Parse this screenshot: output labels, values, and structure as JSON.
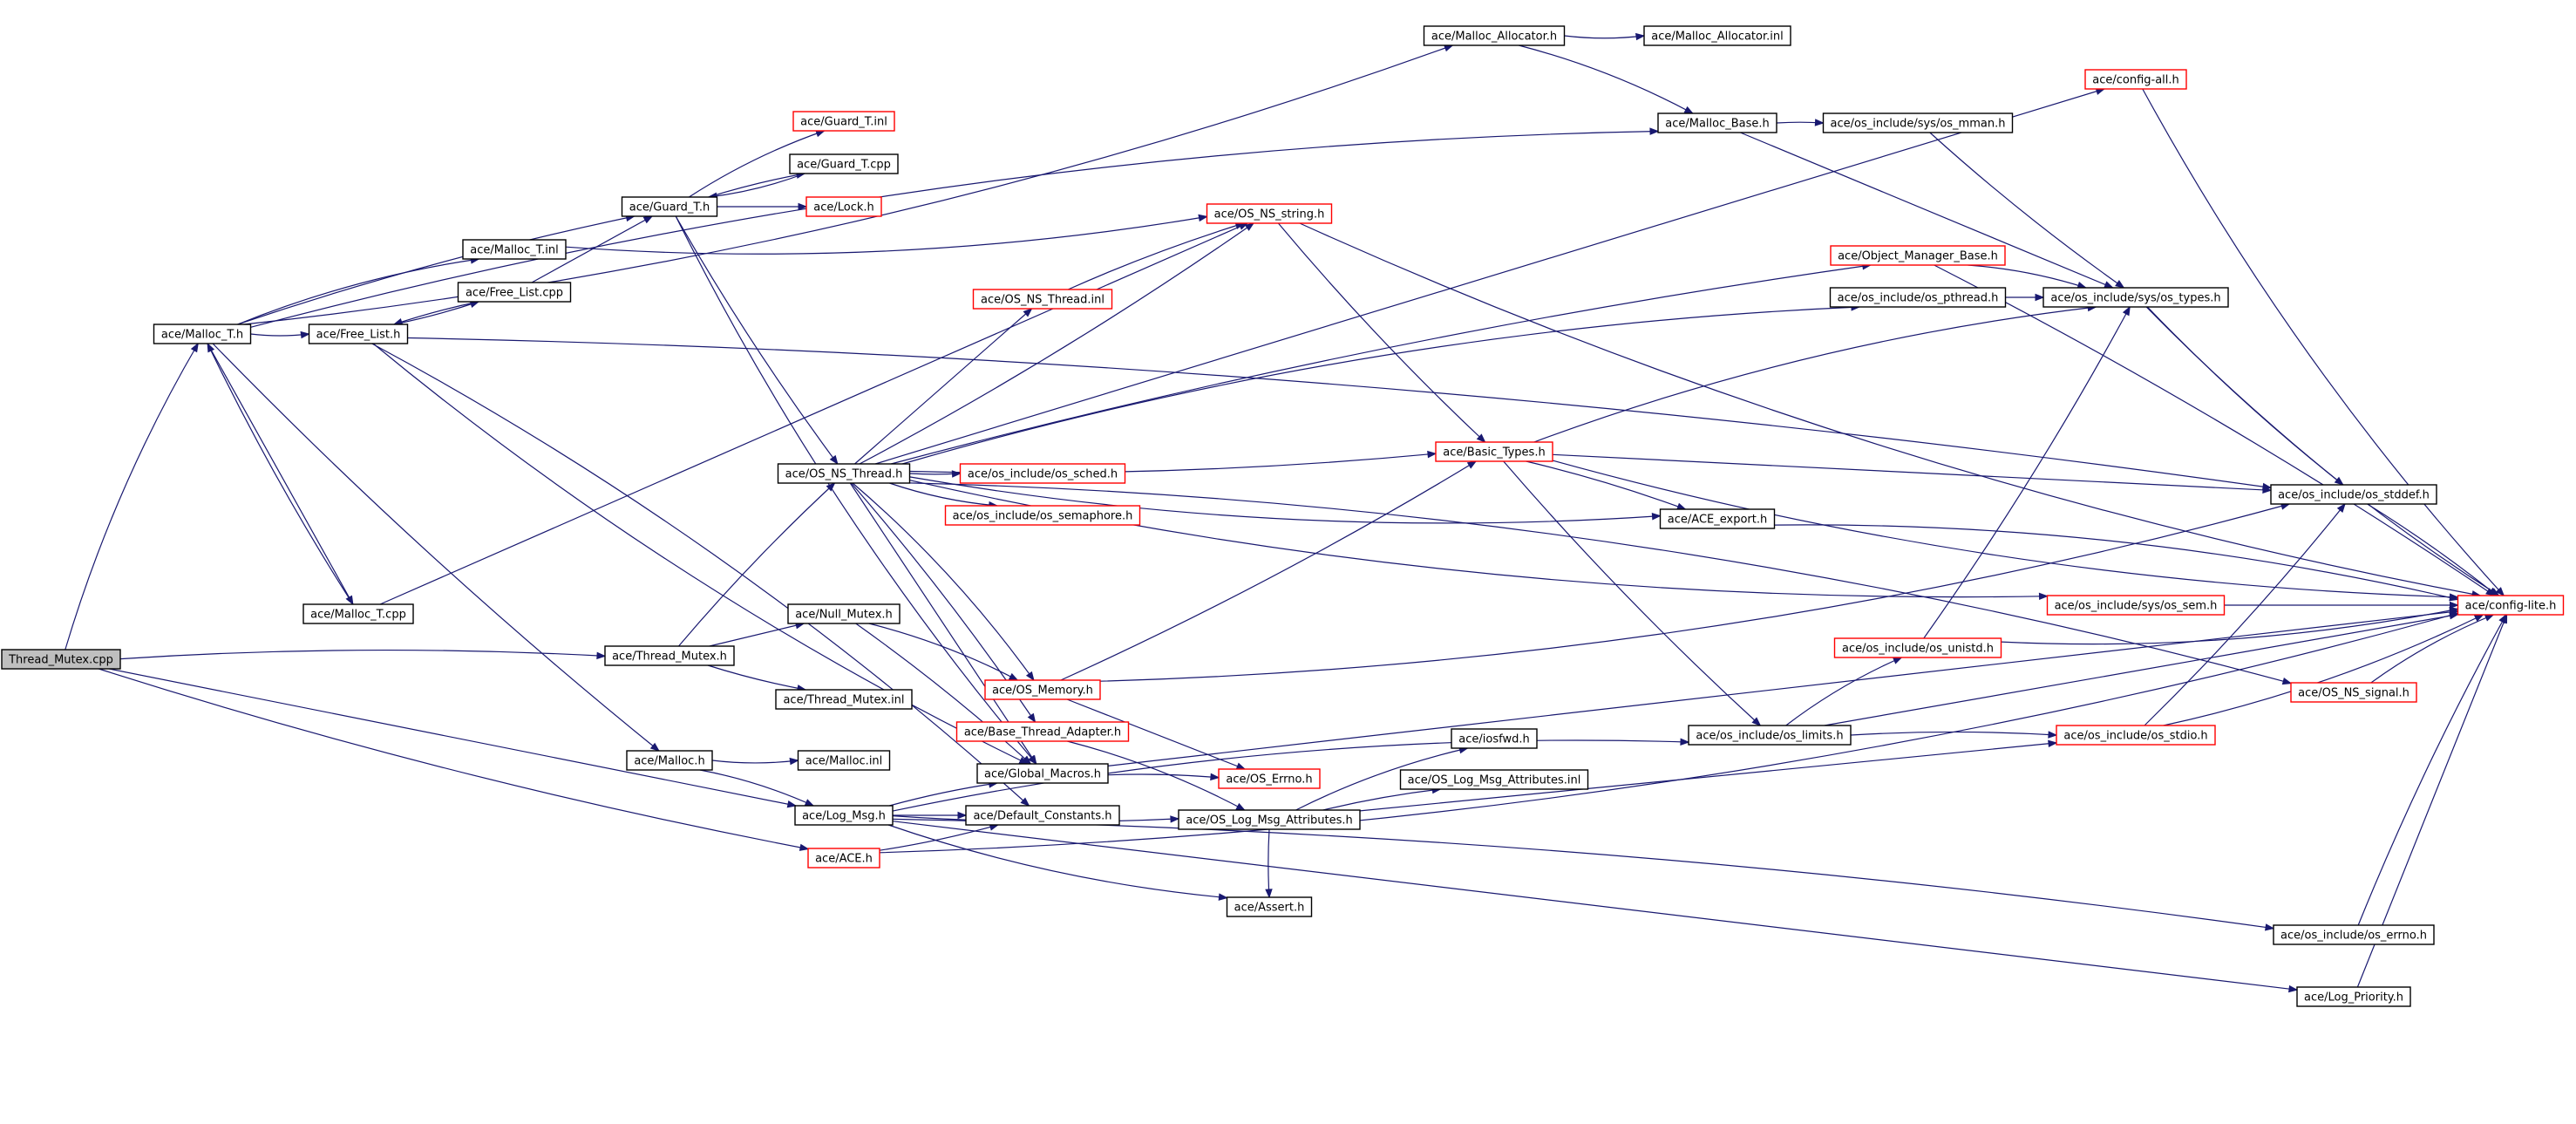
{
  "nodes": [
    {
      "id": "thread_mutex_cpp",
      "label": "Thread_Mutex.cpp",
      "style": "root"
    },
    {
      "id": "malloc_t_h",
      "label": "ace/Malloc_T.h",
      "style": "normal"
    },
    {
      "id": "free_list_h",
      "label": "ace/Free_List.h",
      "style": "normal"
    },
    {
      "id": "malloc_t_cpp",
      "label": "ace/Malloc_T.cpp",
      "style": "normal"
    },
    {
      "id": "malloc_t_inl",
      "label": "ace/Malloc_T.inl",
      "style": "normal"
    },
    {
      "id": "free_list_cpp",
      "label": "ace/Free_List.cpp",
      "style": "normal"
    },
    {
      "id": "guard_t_h",
      "label": "ace/Guard_T.h",
      "style": "normal"
    },
    {
      "id": "guard_t_inl",
      "label": "ace/Guard_T.inl",
      "style": "red"
    },
    {
      "id": "guard_t_cpp",
      "label": "ace/Guard_T.cpp",
      "style": "normal"
    },
    {
      "id": "lock_h",
      "label": "ace/Lock.h",
      "style": "red"
    },
    {
      "id": "thread_mutex_h",
      "label": "ace/Thread_Mutex.h",
      "style": "normal"
    },
    {
      "id": "malloc_h",
      "label": "ace/Malloc.h",
      "style": "normal"
    },
    {
      "id": "malloc_inl",
      "label": "ace/Malloc.inl",
      "style": "normal"
    },
    {
      "id": "log_msg_h",
      "label": "ace/Log_Msg.h",
      "style": "normal"
    },
    {
      "id": "ace_h",
      "label": "ace/ACE.h",
      "style": "red"
    },
    {
      "id": "null_mutex_h",
      "label": "ace/Null_Mutex.h",
      "style": "normal"
    },
    {
      "id": "thread_mutex_inl",
      "label": "ace/Thread_Mutex.inl",
      "style": "normal"
    },
    {
      "id": "os_ns_thread_h",
      "label": "ace/OS_NS_Thread.h",
      "style": "normal"
    },
    {
      "id": "os_ns_thread_inl",
      "label": "ace/OS_NS_Thread.inl",
      "style": "red"
    },
    {
      "id": "os_sched_h",
      "label": "ace/os_include/os_sched.h",
      "style": "red"
    },
    {
      "id": "os_semaphore_h",
      "label": "ace/os_include/os_semaphore.h",
      "style": "red"
    },
    {
      "id": "os_memory_h",
      "label": "ace/OS_Memory.h",
      "style": "red"
    },
    {
      "id": "base_thread_adapter_h",
      "label": "ace/Base_Thread_Adapter.h",
      "style": "red"
    },
    {
      "id": "global_macros_h",
      "label": "ace/Global_Macros.h",
      "style": "normal"
    },
    {
      "id": "default_constants_h",
      "label": "ace/Default_Constants.h",
      "style": "normal"
    },
    {
      "id": "os_ns_string_h",
      "label": "ace/OS_NS_string.h",
      "style": "red"
    },
    {
      "id": "os_errno_h",
      "label": "ace/OS_Errno.h",
      "style": "red"
    },
    {
      "id": "os_log_msg_attributes_h",
      "label": "ace/OS_Log_Msg_Attributes.h",
      "style": "normal"
    },
    {
      "id": "os_log_msg_attributes_inl",
      "label": "ace/OS_Log_Msg_Attributes.inl",
      "style": "normal"
    },
    {
      "id": "iosfwd_h",
      "label": "ace/iosfwd.h",
      "style": "normal"
    },
    {
      "id": "assert_h",
      "label": "ace/Assert.h",
      "style": "normal"
    },
    {
      "id": "malloc_allocator_h",
      "label": "ace/Malloc_Allocator.h",
      "style": "normal"
    },
    {
      "id": "malloc_allocator_inl",
      "label": "ace/Malloc_Allocator.inl",
      "style": "normal"
    },
    {
      "id": "malloc_base_h",
      "label": "ace/Malloc_Base.h",
      "style": "normal"
    },
    {
      "id": "os_mman_h",
      "label": "ace/os_include/sys/os_mman.h",
      "style": "normal"
    },
    {
      "id": "config_all_h",
      "label": "ace/config-all.h",
      "style": "red"
    },
    {
      "id": "object_manager_base_h",
      "label": "ace/Object_Manager_Base.h",
      "style": "red"
    },
    {
      "id": "os_pthread_h",
      "label": "ace/os_include/os_pthread.h",
      "style": "normal"
    },
    {
      "id": "os_types_h",
      "label": "ace/os_include/sys/os_types.h",
      "style": "normal"
    },
    {
      "id": "basic_types_h",
      "label": "ace/Basic_Types.h",
      "style": "red"
    },
    {
      "id": "ace_export_h",
      "label": "ace/ACE_export.h",
      "style": "normal"
    },
    {
      "id": "os_stddef_h",
      "label": "ace/os_include/os_stddef.h",
      "style": "normal"
    },
    {
      "id": "os_sem_h",
      "label": "ace/os_include/sys/os_sem.h",
      "style": "red"
    },
    {
      "id": "os_unistd_h",
      "label": "ace/os_include/os_unistd.h",
      "style": "red"
    },
    {
      "id": "os_limits_h",
      "label": "ace/os_include/os_limits.h",
      "style": "normal"
    },
    {
      "id": "os_stdio_h",
      "label": "ace/os_include/os_stdio.h",
      "style": "red"
    },
    {
      "id": "os_ns_signal_h",
      "label": "ace/OS_NS_signal.h",
      "style": "red"
    },
    {
      "id": "config_lite_h",
      "label": "ace/config-lite.h",
      "style": "red"
    },
    {
      "id": "os_errno_include_h",
      "label": "ace/os_include/os_errno.h",
      "style": "normal"
    },
    {
      "id": "log_priority_h",
      "label": "ace/Log_Priority.h",
      "style": "normal"
    }
  ],
  "edges": [
    [
      "thread_mutex_cpp",
      "malloc_t_h"
    ],
    [
      "thread_mutex_cpp",
      "thread_mutex_h"
    ],
    [
      "thread_mutex_cpp",
      "log_msg_h"
    ],
    [
      "thread_mutex_cpp",
      "ace_h"
    ],
    [
      "malloc_t_h",
      "free_list_h"
    ],
    [
      "malloc_t_h",
      "malloc_t_inl"
    ],
    [
      "malloc_t_h",
      "guard_t_h"
    ],
    [
      "malloc_t_h",
      "malloc_t_cpp"
    ],
    [
      "malloc_t_h",
      "malloc_h"
    ],
    [
      "malloc_t_h",
      "malloc_allocator_h"
    ],
    [
      "malloc_t_h",
      "malloc_base_h"
    ],
    [
      "malloc_t_cpp",
      "malloc_t_h"
    ],
    [
      "malloc_t_cpp",
      "os_ns_string_h"
    ],
    [
      "free_list_h",
      "free_list_cpp"
    ],
    [
      "free_list_h",
      "global_macros_h"
    ],
    [
      "free_list_h",
      "default_constants_h"
    ],
    [
      "free_list_h",
      "os_stddef_h"
    ],
    [
      "free_list_cpp",
      "guard_t_h"
    ],
    [
      "free_list_cpp",
      "free_list_h"
    ],
    [
      "malloc_t_inl",
      "os_ns_string_h"
    ],
    [
      "guard_t_h",
      "guard_t_inl"
    ],
    [
      "guard_t_h",
      "guard_t_cpp"
    ],
    [
      "guard_t_h",
      "lock_h"
    ],
    [
      "guard_t_h",
      "os_ns_thread_h"
    ],
    [
      "guard_t_h",
      "global_macros_h"
    ],
    [
      "guard_t_cpp",
      "guard_t_h"
    ],
    [
      "thread_mutex_h",
      "os_ns_thread_h"
    ],
    [
      "thread_mutex_h",
      "null_mutex_h"
    ],
    [
      "thread_mutex_h",
      "thread_mutex_inl"
    ],
    [
      "malloc_h",
      "malloc_inl"
    ],
    [
      "malloc_h",
      "log_msg_h"
    ],
    [
      "log_msg_h",
      "global_macros_h"
    ],
    [
      "log_msg_h",
      "default_constants_h"
    ],
    [
      "log_msg_h",
      "os_log_msg_attributes_h"
    ],
    [
      "log_msg_h",
      "assert_h"
    ],
    [
      "log_msg_h",
      "os_limits_h"
    ],
    [
      "log_msg_h",
      "os_errno_include_h"
    ],
    [
      "log_msg_h",
      "log_priority_h"
    ],
    [
      "ace_h",
      "default_constants_h"
    ],
    [
      "ace_h",
      "config_lite_h"
    ],
    [
      "null_mutex_h",
      "os_memory_h"
    ],
    [
      "null_mutex_h",
      "global_macros_h"
    ],
    [
      "os_ns_thread_h",
      "os_ns_thread_inl"
    ],
    [
      "os_ns_thread_h",
      "os_sched_h"
    ],
    [
      "os_ns_thread_h",
      "os_semaphore_h"
    ],
    [
      "os_ns_thread_h",
      "os_memory_h"
    ],
    [
      "os_ns_thread_h",
      "base_thread_adapter_h"
    ],
    [
      "os_ns_thread_h",
      "global_macros_h"
    ],
    [
      "os_ns_thread_h",
      "basic_types_h"
    ],
    [
      "os_ns_thread_h",
      "ace_export_h"
    ],
    [
      "os_ns_thread_h",
      "os_pthread_h"
    ],
    [
      "os_ns_thread_h",
      "object_manager_base_h"
    ],
    [
      "os_ns_thread_h",
      "config_all_h"
    ],
    [
      "os_ns_thread_h",
      "os_ns_string_h"
    ],
    [
      "os_ns_thread_h",
      "os_sem_h"
    ],
    [
      "os_ns_thread_h",
      "os_ns_signal_h"
    ],
    [
      "os_ns_thread_inl",
      "os_ns_string_h"
    ],
    [
      "os_memory_h",
      "os_errno_h"
    ],
    [
      "os_memory_h",
      "basic_types_h"
    ],
    [
      "os_memory_h",
      "os_stddef_h"
    ],
    [
      "base_thread_adapter_h",
      "os_log_msg_attributes_h"
    ],
    [
      "global_macros_h",
      "os_errno_h"
    ],
    [
      "global_macros_h",
      "config_lite_h"
    ],
    [
      "os_ns_string_h",
      "basic_types_h"
    ],
    [
      "os_ns_string_h",
      "config_lite_h"
    ],
    [
      "os_log_msg_attributes_h",
      "iosfwd_h"
    ],
    [
      "os_log_msg_attributes_h",
      "os_log_msg_attributes_inl"
    ],
    [
      "os_log_msg_attributes_h",
      "os_stdio_h"
    ],
    [
      "os_log_msg_attributes_h",
      "assert_h"
    ],
    [
      "malloc_allocator_h",
      "malloc_allocator_inl"
    ],
    [
      "malloc_allocator_h",
      "malloc_base_h"
    ],
    [
      "malloc_base_h",
      "os_mman_h"
    ],
    [
      "malloc_base_h",
      "os_types_h"
    ],
    [
      "os_mman_h",
      "os_types_h"
    ],
    [
      "config_all_h",
      "config_lite_h"
    ],
    [
      "object_manager_base_h",
      "os_types_h"
    ],
    [
      "object_manager_base_h",
      "config_lite_h"
    ],
    [
      "os_pthread_h",
      "os_types_h"
    ],
    [
      "os_types_h",
      "os_stddef_h"
    ],
    [
      "os_types_h",
      "config_lite_h"
    ],
    [
      "basic_types_h",
      "os_types_h"
    ],
    [
      "basic_types_h",
      "ace_export_h"
    ],
    [
      "basic_types_h",
      "os_stddef_h"
    ],
    [
      "basic_types_h",
      "os_limits_h"
    ],
    [
      "basic_types_h",
      "config_lite_h"
    ],
    [
      "ace_export_h",
      "config_lite_h"
    ],
    [
      "os_stddef_h",
      "config_lite_h"
    ],
    [
      "os_sem_h",
      "config_lite_h"
    ],
    [
      "os_unistd_h",
      "os_types_h"
    ],
    [
      "os_unistd_h",
      "config_lite_h"
    ],
    [
      "os_limits_h",
      "os_unistd_h"
    ],
    [
      "os_limits_h",
      "os_stdio_h"
    ],
    [
      "os_limits_h",
      "config_lite_h"
    ],
    [
      "os_stdio_h",
      "os_stddef_h"
    ],
    [
      "os_stdio_h",
      "config_lite_h"
    ],
    [
      "os_ns_signal_h",
      "config_lite_h"
    ],
    [
      "os_errno_include_h",
      "config_lite_h"
    ],
    [
      "log_priority_h",
      "config_lite_h"
    ]
  ]
}
